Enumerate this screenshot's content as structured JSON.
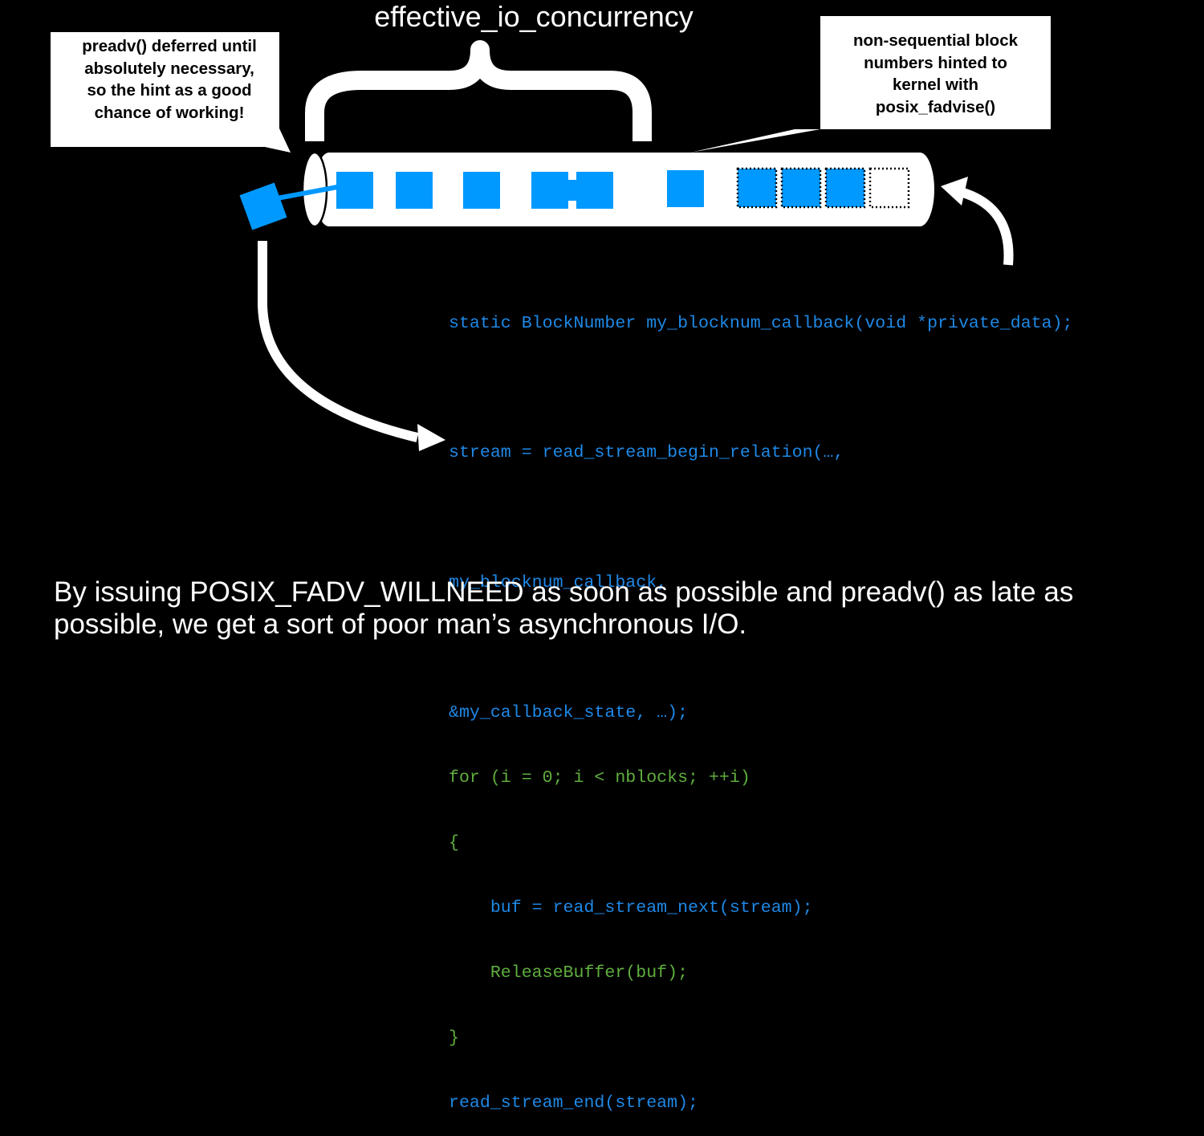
{
  "top_label": "effective_io_concurrency",
  "callout_left": "preadv() deferred until\nabsolutely necessary,\nso the hint as a good\nchance of working!",
  "callout_right": "non-sequential block\nnumbers hinted to\nkernel with\nposix_fadvise()",
  "code": {
    "line1": "static BlockNumber my_blocknum_callback(void *private_data);",
    "line2": "stream = read_stream_begin_relation(…,",
    "line3": "my_blocknum_callback,",
    "line4": "&my_callback_state, …);",
    "line5": "for (i = 0; i < nblocks; ++i)",
    "line6": "{",
    "line7": "    buf = read_stream_next(stream);",
    "line8": "    ReleaseBuffer(buf);",
    "line9": "}",
    "line10": "read_stream_end(stream);"
  },
  "bottom_text": "By issuing POSIX_FADV_WILLNEED as soon as possible and preadv() as late as possible, we get a sort of poor man’s asynchronous I/O.",
  "colors": {
    "background": "#000000",
    "block": "#0099ff",
    "code_blue": "#1e88e5",
    "code_green": "#5fae3e",
    "white": "#ffffff"
  }
}
